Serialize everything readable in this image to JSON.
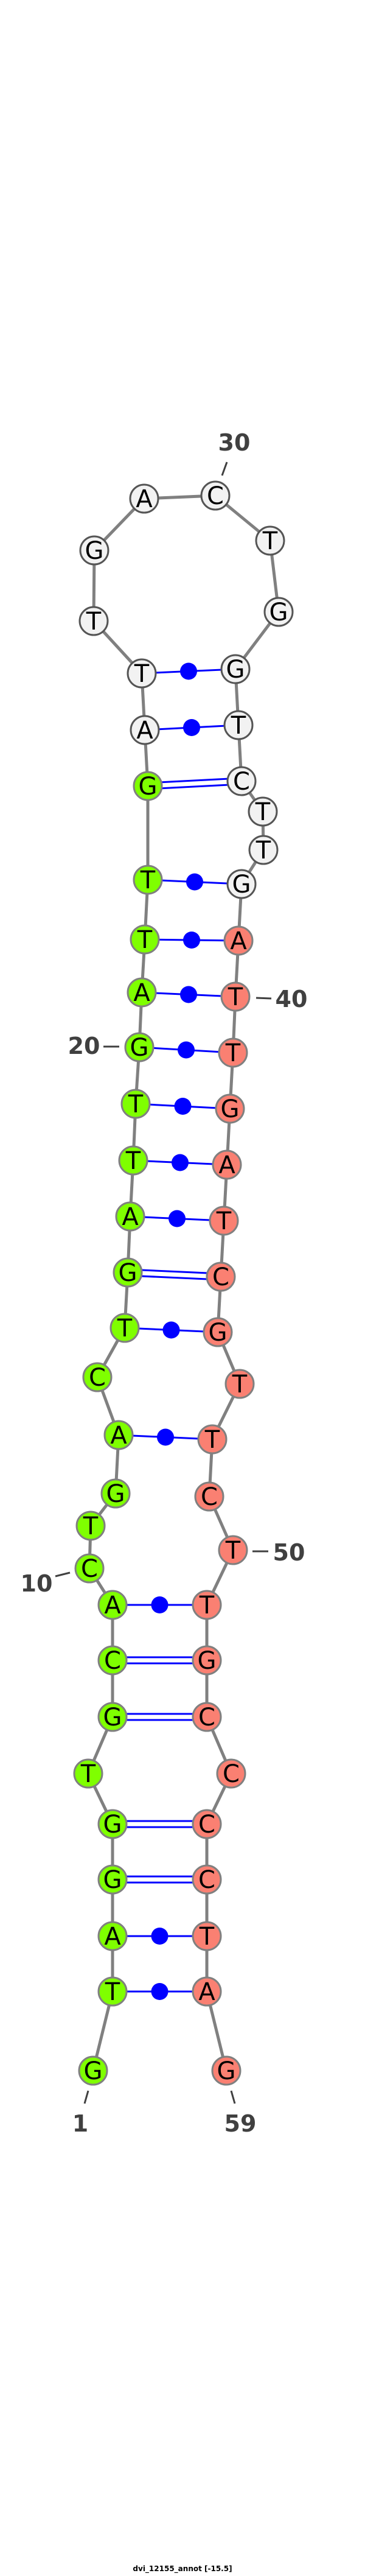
{
  "title": "dvi_12155_annot [-15.5]",
  "sequence": [
    "G",
    "T",
    "A",
    "G",
    "G",
    "T",
    "G",
    "C",
    "A",
    "C",
    "T",
    "G",
    "A",
    "C",
    "T",
    "G",
    "A",
    "T",
    "T",
    "G",
    "A",
    "T",
    "T",
    "G",
    "A",
    "T",
    "T",
    "G",
    "A",
    "C",
    "T",
    "G",
    "G",
    "T",
    "C",
    "T",
    "T",
    "G",
    "A",
    "T",
    "T",
    "G",
    "A",
    "T",
    "C",
    "G",
    "T",
    "T",
    "C",
    "T",
    "T",
    "G",
    "C",
    "C",
    "C",
    "C",
    "T",
    "A",
    "G"
  ],
  "regions": [
    {
      "from": 1,
      "to": 24,
      "fill": "#7fff00",
      "stroke": "#808080"
    },
    {
      "from": 25,
      "to": 38,
      "fill": "#f2f2f2",
      "stroke": "#555555"
    },
    {
      "from": 39,
      "to": 59,
      "fill": "#fa8072",
      "stroke": "#808080"
    }
  ],
  "pairs": [
    [
      2,
      58
    ],
    [
      3,
      57
    ],
    [
      4,
      56
    ],
    [
      5,
      55
    ],
    [
      7,
      53
    ],
    [
      8,
      52
    ],
    [
      9,
      51
    ],
    [
      13,
      48
    ],
    [
      15,
      46
    ],
    [
      16,
      45
    ],
    [
      17,
      44
    ],
    [
      18,
      43
    ],
    [
      19,
      42
    ],
    [
      20,
      41
    ],
    [
      21,
      40
    ],
    [
      22,
      39
    ],
    [
      23,
      38
    ],
    [
      24,
      35
    ],
    [
      25,
      34
    ],
    [
      26,
      33
    ]
  ],
  "position_labels": [
    {
      "index": 1,
      "text": "1"
    },
    {
      "index": 10,
      "text": "10"
    },
    {
      "index": 20,
      "text": "20"
    },
    {
      "index": 30,
      "text": "30"
    },
    {
      "index": 40,
      "text": "40"
    },
    {
      "index": 50,
      "text": "50"
    },
    {
      "index": 59,
      "text": "59"
    }
  ],
  "colors": {
    "backbone": "#808080",
    "pair": "#0000ff",
    "label": "#404040"
  }
}
